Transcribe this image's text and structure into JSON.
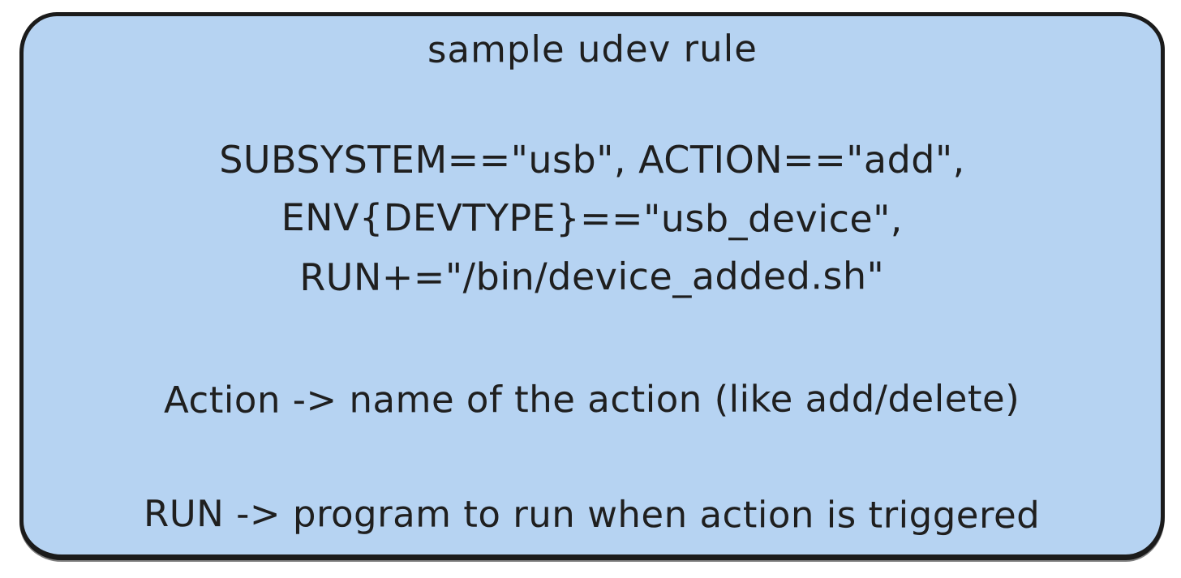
{
  "diagram": {
    "type": "hand-drawn-note-card",
    "colors": {
      "canvas_background": "#ffffff",
      "card_background": "#b6d3f2",
      "card_border": "#1b1b1b",
      "text": "#1f1f1f"
    },
    "card": {
      "title": "sample udev rule",
      "rule_lines": [
        "SUBSYSTEM==\"usb\", ACTION==\"add\",",
        "ENV{DEVTYPE}==\"usb_device\",",
        "RUN+=\"/bin/device_added.sh\""
      ],
      "notes": [
        "Action -> name of the action (like add/delete)",
        "RUN -> program to run when action is triggered"
      ]
    }
  }
}
